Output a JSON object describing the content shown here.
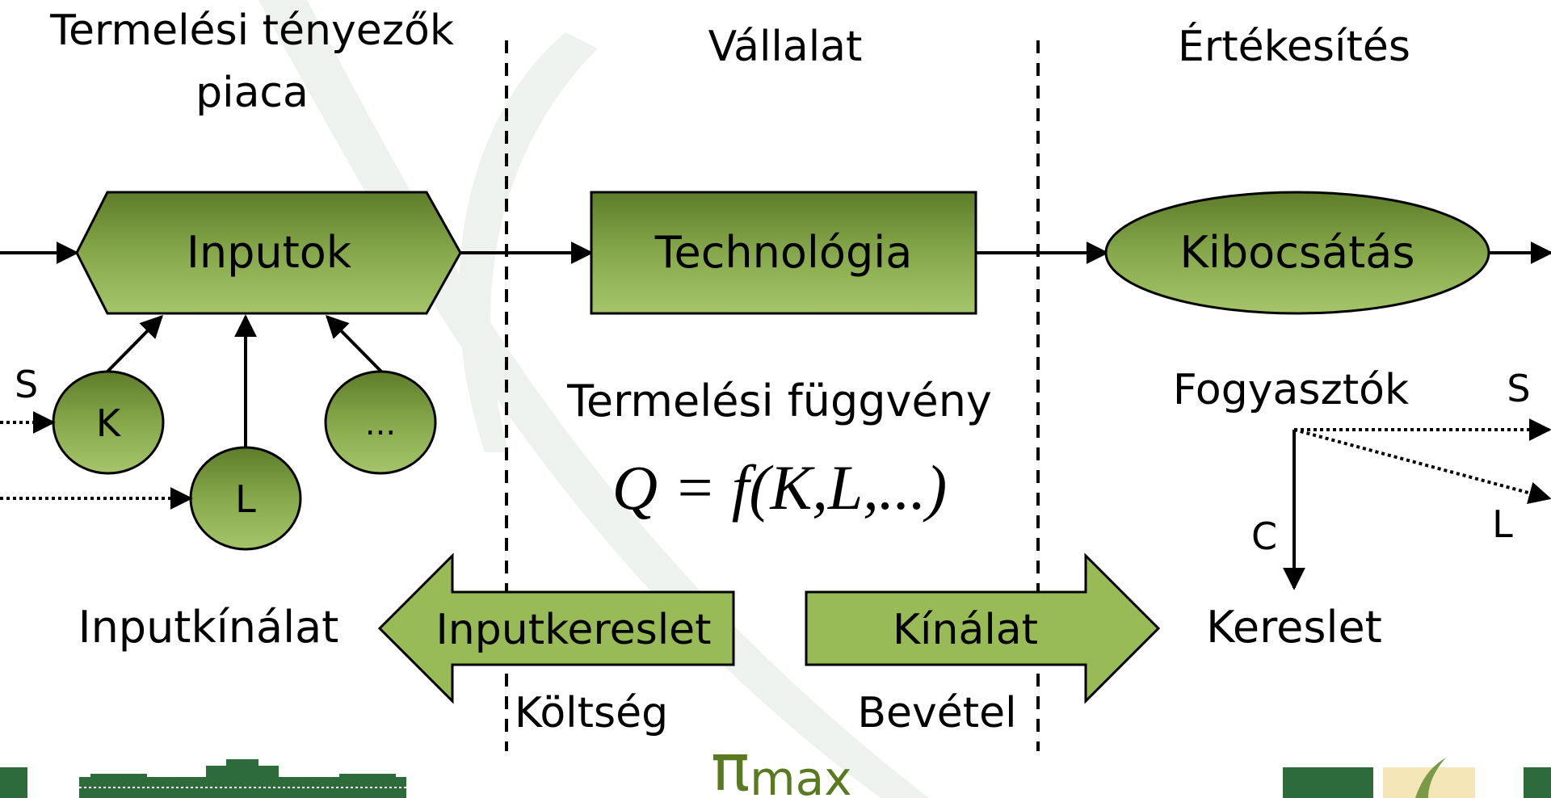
{
  "columns": {
    "left_title_line1": "Termelési tényezők",
    "left_title_line2": "piaca",
    "middle_title": "Vállalat",
    "right_title": "Értékesítés"
  },
  "nodes": {
    "inputs": "Inputok",
    "technology": "Technológia",
    "output": "Kibocsátás",
    "k": "K",
    "l": "L",
    "other": "..."
  },
  "function": {
    "label": "Termelési függvény",
    "equation": "Q = f(K,L,...)"
  },
  "left_side": {
    "s_label": "S",
    "input_supply": "Inputkínálat"
  },
  "right_side": {
    "consumers": "Fogyasztók",
    "s_label": "S",
    "l_label": "L",
    "c_label": "C",
    "demand": "Kereslet"
  },
  "arrows": {
    "input_demand": "Inputkereslet",
    "supply": "Kínálat"
  },
  "bottom": {
    "cost": "Költség",
    "revenue": "Bevétel",
    "profit_symbol": "π",
    "profit_sub": "max"
  },
  "colors": {
    "shape_fill_top": "#5e7c2a",
    "shape_fill_bottom": "#a6c56a",
    "arrow_fill": "#98bb58",
    "profit_text": "#5a7a22",
    "logo_green": "#2e6b3a",
    "logo_beige": "#f5e6b8"
  }
}
